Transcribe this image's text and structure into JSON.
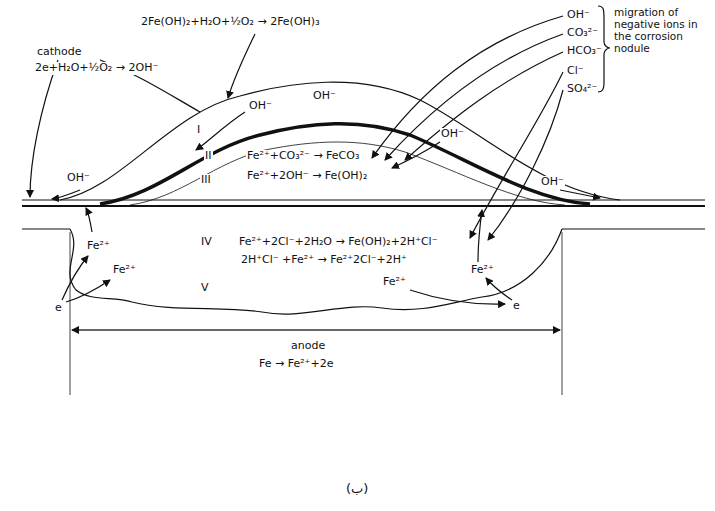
{
  "diagram": {
    "caption": "(ب)",
    "labels": [
      "cathode",
      "2e+H₂O+½O₂ → 2OH⁻",
      "2Fe(OH)₂+H₂O+½O₂ → 2Fe(OH)₃",
      "OH⁻",
      "CO₃²⁻",
      "HCO₃⁻",
      "Cl⁻",
      "SO₄²⁻",
      "migration of negative ions in the corrosion nodule",
      "OH⁻",
      "OH⁻",
      "OH⁻",
      "OH⁻",
      "OH⁻",
      "I",
      "II",
      "III",
      "Fe²⁺+CO₃²⁻ → FeCO₃",
      "Fe²⁺+2OH⁻ → Fe(OH)₂",
      "IV",
      "Fe²⁺+2Cl⁻+2H₂O → Fe(OH)₂+2H⁺Cl⁻",
      "2H⁺Cl⁻ +Fe²⁺ → Fe²⁺2Cl⁻+2H⁺",
      "Fe²⁺",
      "Fe²⁺",
      "Fe²⁺",
      "Fe²⁺",
      "V",
      "e",
      "e",
      "anode",
      "Fe → Fe²⁺+2e"
    ]
  }
}
